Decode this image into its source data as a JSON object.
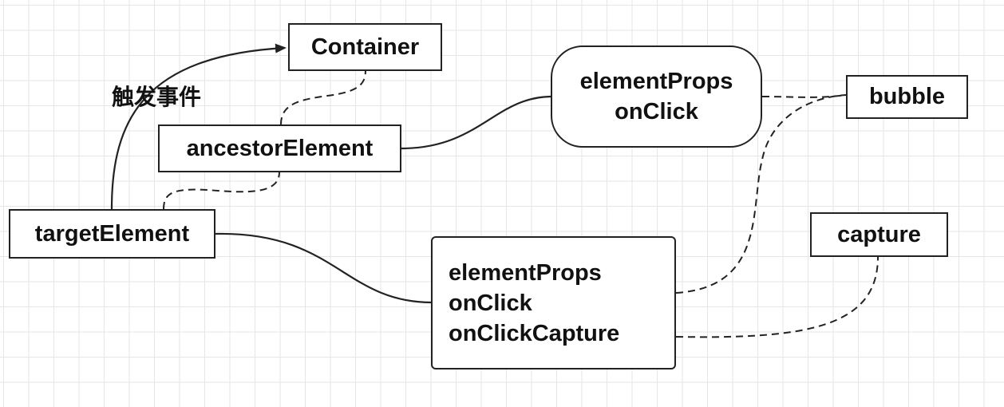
{
  "nodes": {
    "container": "Container",
    "ancestor": "ancestorElement",
    "target": "targetElement",
    "props_top": [
      "elementProps",
      "onClick"
    ],
    "props_bottom": [
      "elementProps",
      "onClick",
      "onClickCapture"
    ],
    "bubble": "bubble",
    "capture": "capture"
  },
  "edges": {
    "trigger_label": "触发事件"
  },
  "colors": {
    "stroke": "#222222",
    "grid": "#e6e6e6",
    "background": "#ffffff"
  }
}
